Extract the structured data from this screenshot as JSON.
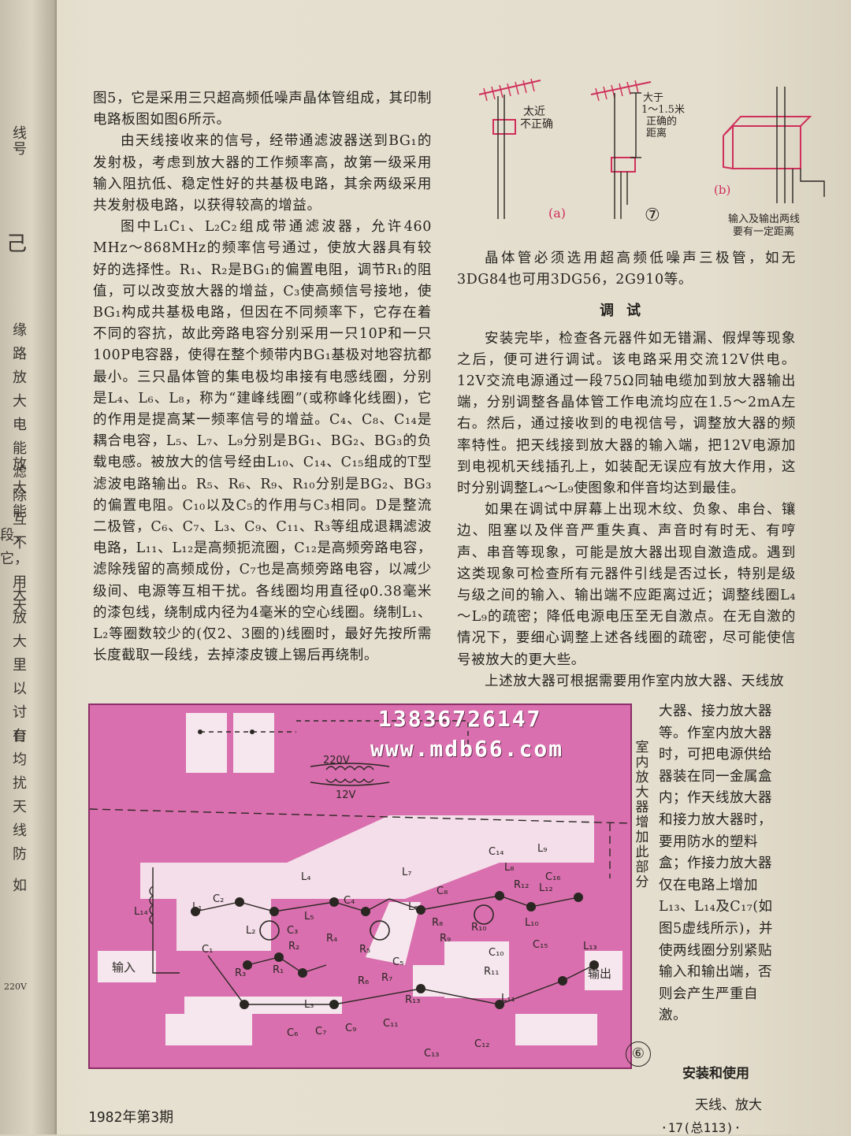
{
  "left_column": {
    "p1": "图5，它是采用三只超高频低噪声晶体管组成，其印制电路板图如图6所示。",
    "p2": "由天线接收来的信号，经带通滤波器送到BG₁的发射极，考虑到放大器的工作频率高，故第一级采用输入阻抗低、稳定性好的共基极电路，其余两级采用共发射极电路，以获得较高的增益。",
    "p3": "图中L₁C₁、L₂C₂组成带通滤波器，允许460 MHz～868MHz的频率信号通过，使放大器具有较好的选择性。R₁、R₂是BG₁的偏置电阻，调节R₁的阻值，可以改变放大器的增益，C₃使高频信号接地，使BG₁构成共基极电路，但因在不同频率下，它存在着不同的容抗，故此旁路电容分别采用一只10P和一只100P电容器，使得在整个频带内BG₁基极对地容抗都最小。三只晶体管的集电极均串接有电感线圈，分别是L₄、L₆、L₈，称为“建峰线圈”(或称峰化线圈)，它的作用是提高某一频率信号的增益。C₄、C₈、C₁₄是耦合电容，L₅、L₇、L₉分别是BG₁、BG₂、BG₃的负载电感。被放大的信号经由L₁₀、C₁₄、C₁₅组成的T型滤波电路输出。R₅、R₆、R₉、R₁₀分别是BG₂、BG₃的偏置电阻。C₁₀以及C₅的作用与C₃相同。D是整流二极管，C₆、C₇、L₃、C₉、C₁₁、R₃等组成退耦滤波电路，L₁₁、L₁₂是高频扼流圈，C₁₂是高频旁路电容，滤除残留的高频成份，C₇也是高频旁路电容，以减少级间、电源等互相干扰。各线圈均用直径φ0.38毫米的漆包线，绕制成内径为4毫米的空心线圈。绕制L₁、L₂等圈数较少的(仅2、3圈的)线圈时，最好先按所需长度截取一段线，去掉漆皮镀上锡后再绕制。"
  },
  "right_column": {
    "p1": "晶体管必须选用超高频低噪声三极管，如无3DG84也可用3DG56，2G910等。",
    "heading": "调试",
    "p2": "安装完毕，检查各元器件如无错漏、假焊等现象之后，便可进行调试。该电路采用交流12V供电。12V交流电源通过一段75Ω同轴电缆加到放大器输出端，分别调整各晶体管工作电流均应在1.5～2mA左右。然后，通过接收到的电视信号，调整放大器的频率特性。把天线接到放大器的输入端，把12V电源加到电视机天线插孔上，如装配无误应有放大作用，这时分别调整L₄～L₉使图象和伴音均达到最佳。",
    "p3": "如果在调试中屏幕上出现木纹、负象、串台、镶边、阻塞以及伴音严重失真、声音时有时无、有哼声、串音等现象，可能是放大器出现自激造成。遇到这类现象可检查所有元器件引线是否过长，特别是级与级之间的输入、输出端不应距离过近；调整线圈L₄～L₉的疏密；降低电源电压至无自激点。在无自激的情况下，要细心调整上述各线圈的疏密，尽可能使信号被放大的更大些。",
    "p4": "上述放大器可根据需要用作室内放大器、天线放"
  },
  "side_column": {
    "text": "大器、接力放大器等。作室内放大器时，可把电源供给器装在同一金属盒内；作天线放大器和接力放大器时，要用防水的塑料盒；作接力放大器仅在电路上增加L₁₃、L₁₄及C₁₇(如图5虚线所示)，并使两线圈分别紧贴输入和输出端，否则会产生严重自激。",
    "heading": "安装和使用",
    "last": "天线、放大"
  },
  "figure7": {
    "label_a_note": "太近\n不正确",
    "label_b_note": "大于\n1～1.5米\n正确的\n距离",
    "tag_a": "(a)",
    "tag_b": "(b)",
    "number": "⑦",
    "caption": "输入及输出两线\n要有一定距离"
  },
  "figure6": {
    "number": "⑥",
    "vertical_note": "室内放大器增加此部分",
    "labels": {
      "v220": "220V",
      "v12": "12V",
      "input": "输入",
      "output": "输出",
      "L1": "L₁",
      "L2": "L₂",
      "L3": "L₃",
      "L4": "L₄",
      "L5": "L₅",
      "L6": "L₆",
      "L7": "L₇",
      "L8": "L₈",
      "L9": "L₉",
      "L10": "L₁₀",
      "L11": "L₁₁",
      "L12": "L₁₂",
      "L13": "L₁₃",
      "L14": "L₁₄",
      "C1": "C₁",
      "C2": "C₂",
      "C3": "C₃",
      "C4": "C₄",
      "C5": "C₅",
      "C6": "C₆",
      "C7": "C₇",
      "C8": "C₈",
      "C9": "C₉",
      "C10": "C₁₀",
      "C11": "C₁₁",
      "C12": "C₁₂",
      "C13": "C₁₃",
      "C14": "C₁₄",
      "C15": "C₁₅",
      "C16": "C₁₆",
      "R1": "R₁",
      "R2": "R₂",
      "R3": "R₃",
      "R4": "R₄",
      "R5": "R₅",
      "R6": "R₆",
      "R7": "R₇",
      "R8": "R₈",
      "R9": "R₉",
      "R10": "R₁₀",
      "R11": "R₁₁",
      "R12": "R₁₂",
      "R13": "R₁₃"
    }
  },
  "watermark": {
    "phone": "13836726147",
    "url": "www.mdb66.com"
  },
  "spine_fragments": [
    "线\n号",
    "己",
    "缘路\n放大\n电能\n滤除\n互不",
    "放大\n能\n段，\n它，\n用天",
    "大\n放大\n里以\n讨台",
    "有均\n扰\n天线\n防",
    "如",
    "220V"
  ],
  "footer": {
    "issue": "1982年第3期",
    "page": "·17(总113)·"
  },
  "colors": {
    "pcb": "#d96fae",
    "ink": "#262420",
    "figure_red": "#cf2f5a"
  }
}
